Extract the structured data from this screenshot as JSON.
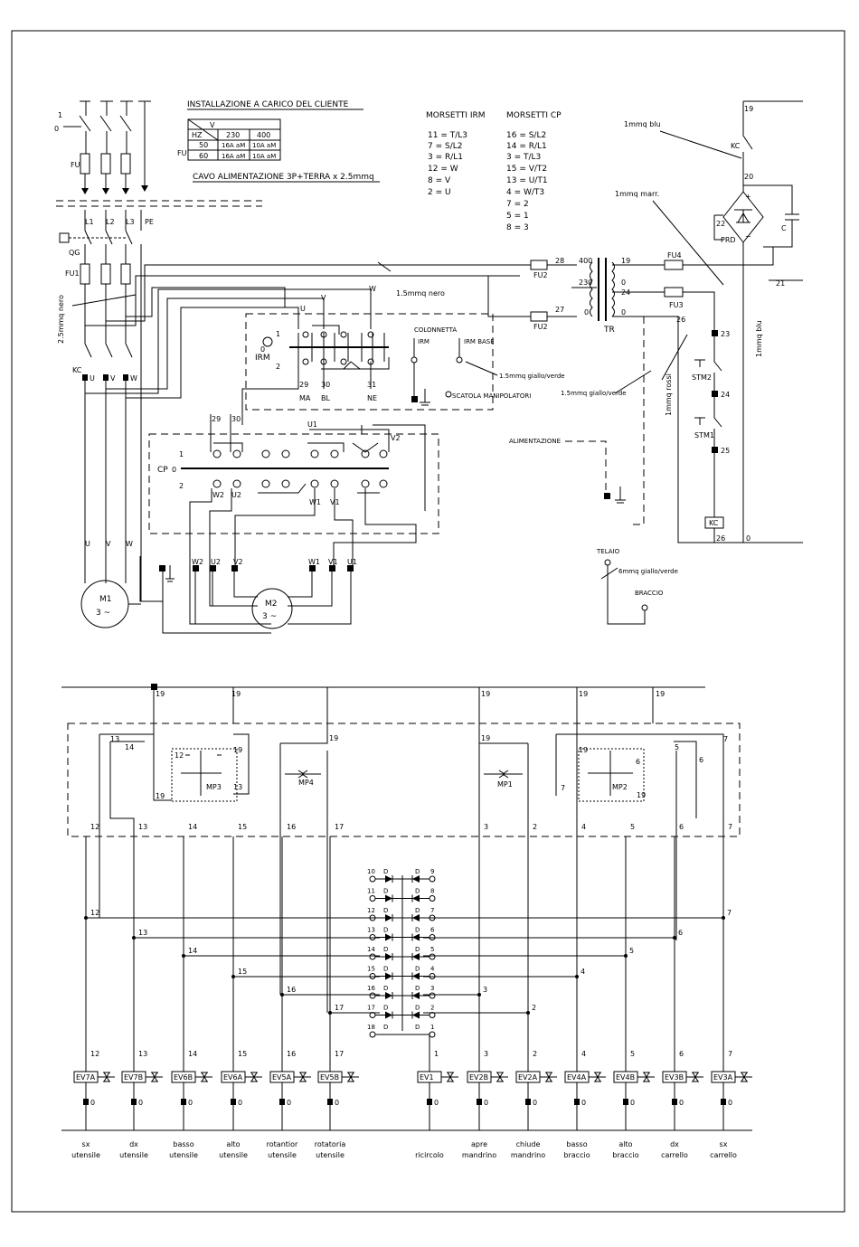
{
  "install": {
    "title": "INSTALLAZIONE A CARICO DEL CLIENTE",
    "table": {
      "h_v": "V",
      "h_hz": "HZ",
      "c230": "230",
      "c400": "400",
      "r1": [
        "50",
        "16A aM",
        "10A aM"
      ],
      "r2": [
        "60",
        "16A aM",
        "10A aM"
      ]
    },
    "fu": "FU",
    "cable": "CAVO ALIMENTAZIONE 3P+TERRA x 2.5mmq"
  },
  "morsetti_irm": {
    "title": "MORSETTI IRM",
    "rows": [
      "11 = T/L3",
      "7 = S/L2",
      "3 = R/L1",
      "12 = W",
      "8 = V",
      "2 = U"
    ]
  },
  "morsetti_cp": {
    "title": "MORSETTI CP",
    "rows": [
      "16 = S/L2",
      "14 = R/L1",
      "3 = T/L3",
      "15 = V/T2",
      "13 = U/T1",
      "4 = W/T3",
      "7 = 2",
      "5 = 1",
      "8 = 3"
    ]
  },
  "power": {
    "fu": "FU",
    "qg": "QG",
    "fu1": "FU1",
    "kc": "KC",
    "m1": "M1",
    "m1sub": "3 ~",
    "m2": "M2",
    "m2sub": "3 ~",
    "irm": "IRM",
    "cp": "CP",
    "l1": "L1",
    "l2": "L2",
    "l3": "L3",
    "pe": "PE",
    "u": "U",
    "v": "V",
    "w": "W",
    "nero25": "2.5mmq nero",
    "nero15": "1.5mmq nero",
    "ma": "MA",
    "bl": "BL",
    "ne": "NE",
    "n29": "29",
    "n30": "30",
    "n31": "31",
    "w2": "W2",
    "u2": "U2",
    "v2": "V2",
    "w1": "W1",
    "v1": "V1",
    "u1": "U1",
    "one": "1",
    "zero": "0",
    "two": "2"
  },
  "right": {
    "immq_blu": "1mmq blu",
    "immq_marr": "1mmq marr.",
    "immq_rossi": "1mmq rossi",
    "giallo15": "1.5mmq giallo/verde",
    "giallo15b": "1.5mmq giallo/verde",
    "kc": "KC",
    "prd": "PRD",
    "c": "C",
    "tr": "TR",
    "fu2a": "FU2",
    "fu2b": "FU2",
    "fu4": "FU4",
    "fu3": "FU3",
    "stm1": "STM1",
    "stm2": "STM2",
    "kc2": "KC",
    "n19": "19",
    "n20": "20",
    "n21": "21",
    "n22": "22",
    "n23": "23",
    "n24": "24",
    "n25": "25",
    "n26": "26",
    "n27": "27",
    "n28": "28",
    "v400": "400",
    "v230": "230",
    "z0": "0",
    "d": "0",
    "colonnetta": "COLONNETTA",
    "irm_label": "IRM",
    "irm_base": "IRM BASE",
    "scatola": "SCATOLA MANIPOLATORI",
    "alimentazione": "ALIMENTAZIONE",
    "telaio": "TELAIO",
    "giallo6": "6mmq giallo/verde",
    "braccio": "BRACCIO"
  },
  "lower": {
    "mp3": "MP3",
    "mp4": "MP4",
    "mp1": "MP1",
    "mp2": "MP2",
    "wires": [
      "12",
      "13",
      "14",
      "15",
      "16",
      "17",
      "1",
      "3",
      "2",
      "4",
      "5",
      "6",
      "7"
    ],
    "diode_left": [
      "10",
      "11",
      "12",
      "13",
      "14",
      "15",
      "16",
      "17",
      "18"
    ],
    "diode_right": [
      "9",
      "8",
      "7",
      "6",
      "5",
      "4",
      "3",
      "2",
      "1"
    ],
    "d": "D",
    "valves": [
      "EV7A",
      "EV7B",
      "EV6B",
      "EV6A",
      "EV5A",
      "EV5B",
      "EV1",
      "EV2B",
      "EV2A",
      "EV4A",
      "EV4B",
      "EV3B",
      "EV3A"
    ],
    "zero": "0",
    "labels": [
      [
        "sx",
        "utensile"
      ],
      [
        "dx",
        "utensile"
      ],
      [
        "basso",
        "utensile"
      ],
      [
        "alto",
        "utensile"
      ],
      [
        "rotantior",
        "utensile"
      ],
      [
        "rotatoria",
        "utensile"
      ],
      [
        "",
        "ricircolo"
      ],
      [
        "apre",
        "mandrino"
      ],
      [
        "chiude",
        "mandrino"
      ],
      [
        "basso",
        "braccio"
      ],
      [
        "alto",
        "braccio"
      ],
      [
        "dx",
        "carrello"
      ],
      [
        "sx",
        "carrello"
      ]
    ],
    "n19": "19",
    "n13": "13",
    "n14": "14",
    "n12": "12",
    "n7": "7",
    "n5": "5",
    "n6": "6"
  }
}
